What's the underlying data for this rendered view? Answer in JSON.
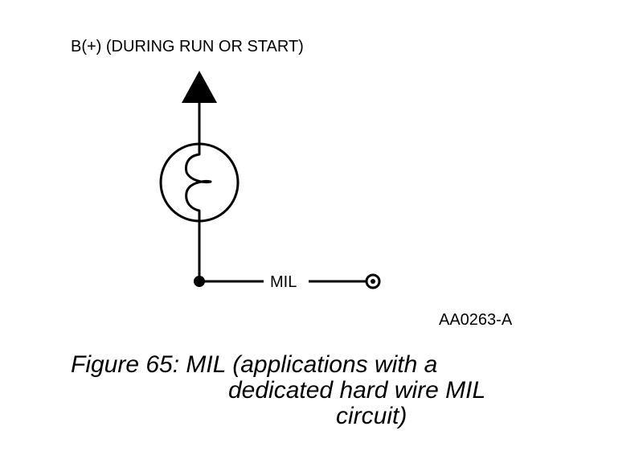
{
  "diagram": {
    "supply_label": "B(+) (DURING RUN OR START)",
    "signal_label": "MIL",
    "figure_code": "AA0263-A",
    "ink_color": "#000000",
    "background_color": "#ffffff",
    "icons": [
      "arrow-up-icon",
      "lamp-bulb-icon",
      "junction-dot-icon",
      "terminal-connector-icon"
    ]
  },
  "caption": {
    "line1": "Figure 65: MIL (applications with a",
    "line2": "dedicated hard wire MIL",
    "line3": "circuit)"
  }
}
